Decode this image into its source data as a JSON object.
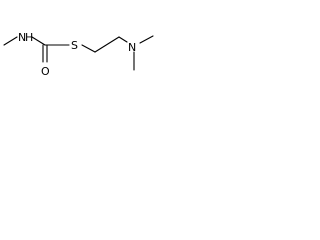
{
  "structure": {
    "atoms": {
      "amide_n": "N",
      "amide_h": "H",
      "carbonyl_o": "O",
      "thio_s": "S",
      "amine_n": "N"
    },
    "colors": {
      "background": "#ffffff",
      "ink": "#000000"
    }
  }
}
